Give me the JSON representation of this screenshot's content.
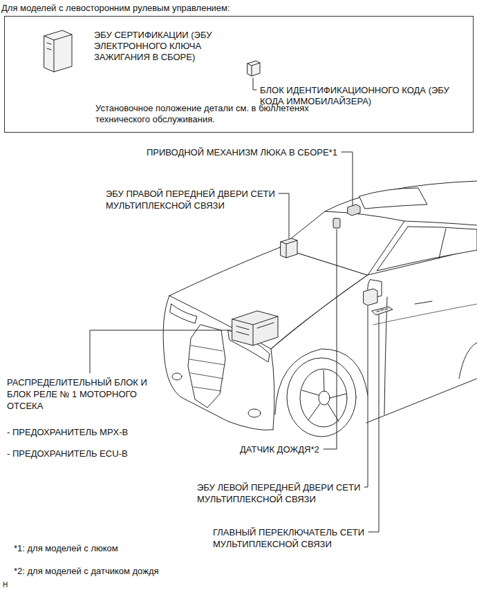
{
  "diagram": {
    "title": "Для моделей с левосторонним рулевым управлением:",
    "nodes": [
      {
        "text": [
          "ЭБУ СЕРТИФИКАЦИИ (ЭБУ ЭЛЕКТРОННОГО КЛЮЧА ЗАЖИГАНИЯ В СБОРЕ)",
          "БЛОК ИДЕНТИФИКАЦИОННОГО КОДА (ЭБУ КОДА ИММОБИЛАЙЗЕРА)",
          "Установочное положение детали см. в бюллетенях технического обслуживания."
        ]
      }
    ],
    "labels": [
      "ПРИВОДНОЙ МЕХАНИЗМ ЛЮКА В СБОРЕ*1",
      "ЭБУ ПРАВОЙ ПЕРЕДНЕЙ ДВЕРИ СЕТИ МУЛЬТИПЛЕКСНОЙ СВЯЗИ",
      "РАСПРЕДЕЛИТЕЛЬНЫЙ БЛОК И БЛОК РЕЛЕ № 1 МОТОРНОГО ОТСЕКА",
      "- ПРЕДОХРАНИТЕЛЬ MPX-B",
      "- ПРЕДОХРАНИТЕЛЬ ECU-B",
      "ДАТЧИК ДОЖДЯ*2",
      "ЭБУ ЛЕВОЙ ПЕРЕДНЕЙ ДВЕРИ СЕТИ МУЛЬТИПЛЕКСНОЙ СВЯЗИ",
      "ГЛАВНЫЙ ПЕРЕКЛЮЧАТЕЛЬ СЕТИ МУЛЬТИПЛЕКСНОЙ СВЯЗИ",
      "*1: для моделей с люком",
      "*2: для моделей с датчиком дождя",
      "H"
    ]
  }
}
